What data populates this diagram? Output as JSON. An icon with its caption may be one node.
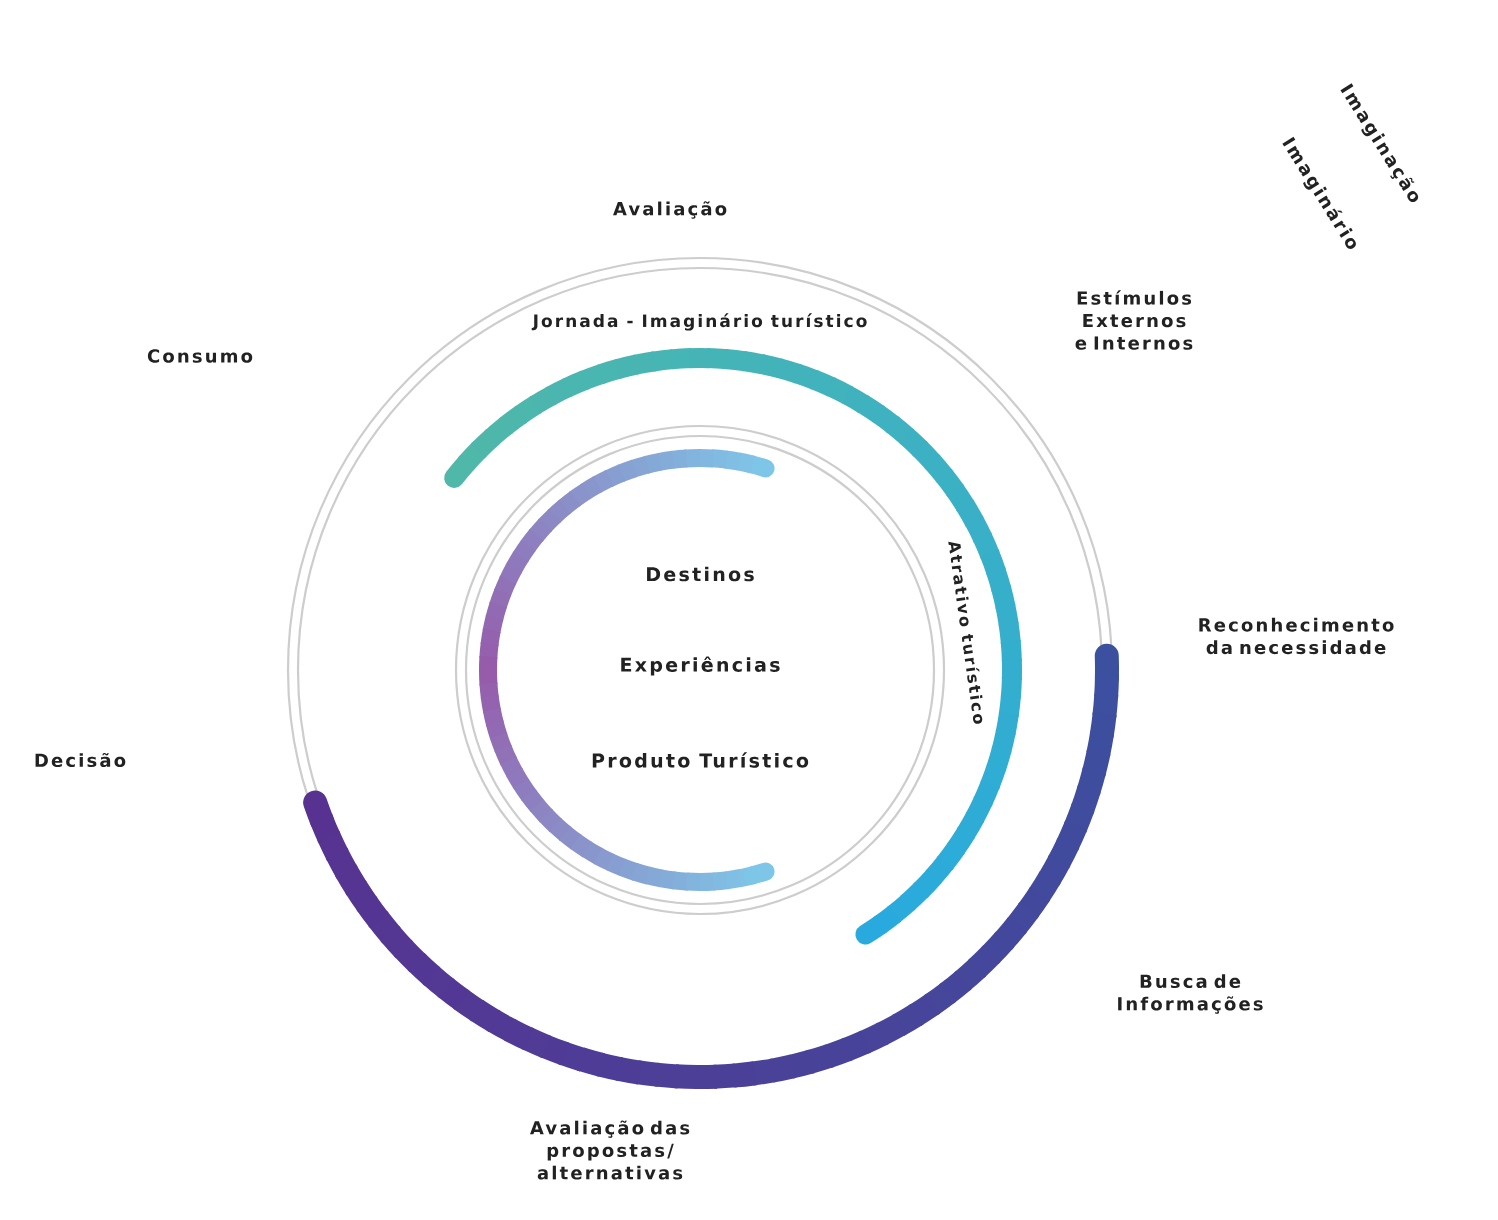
{
  "diagram": {
    "labels": [
      "Imaginação",
      "Imaginário",
      "Avaliação",
      "Estímulos Externos e Internos",
      "Consumo",
      "Jornada - Imaginário turístico",
      "Atrativo turístico",
      "Destinos",
      "Reconhecimento da necessidade",
      "Experiências",
      "Decisão",
      "Produto Turístico",
      "Busca de Informações",
      "Avaliação das propostas/ alternativas"
    ]
  }
}
